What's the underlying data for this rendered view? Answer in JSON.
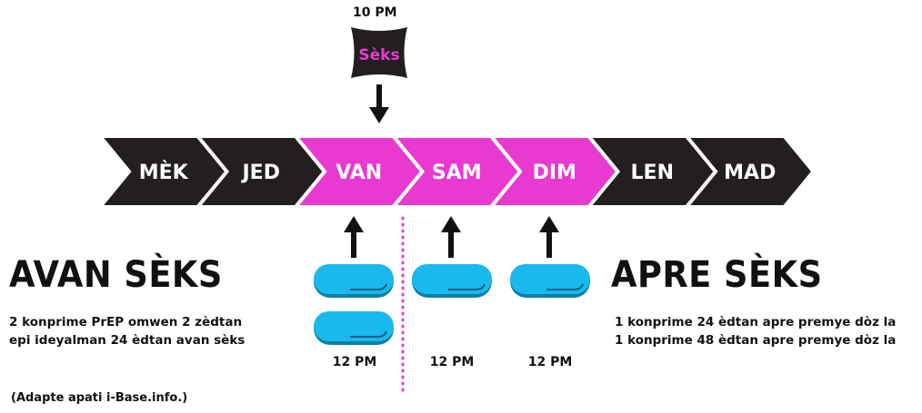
{
  "event": {
    "time": "10 PM",
    "label": "Sèks"
  },
  "days": [
    {
      "label": "MÈK",
      "color": "#231f20"
    },
    {
      "label": "JED",
      "color": "#231f20"
    },
    {
      "label": "VAN",
      "color": "#e83ad1"
    },
    {
      "label": "SAM",
      "color": "#e83ad1"
    },
    {
      "label": "DIM",
      "color": "#e83ad1"
    },
    {
      "label": "LEN",
      "color": "#231f20"
    },
    {
      "label": "MAD",
      "color": "#231f20"
    }
  ],
  "before": {
    "title": "AVAN SÈKS",
    "line1": "2 konprime PrEP omwen 2 zèdtan",
    "line2": "epi ideyalman 24 èdtan avan sèks"
  },
  "after": {
    "title": "APRE SÈKS",
    "line1": "1 konprime 24 èdtan apre premye dòz la",
    "line2": "1 konprime 48 èdtan apre premye dòz la"
  },
  "doses": [
    {
      "day": "VAN",
      "pills": 2,
      "time": "12 PM"
    },
    {
      "day": "SAM",
      "pills": 1,
      "time": "12 PM"
    },
    {
      "day": "DIM",
      "pills": 1,
      "time": "12 PM"
    }
  ],
  "colors": {
    "dark": "#231f20",
    "magenta": "#e83ad1",
    "pill": "#19b9ee",
    "pill_shadow": "#0e7ea8",
    "divider": "#e83ad1"
  },
  "source": "(Adapte apati i-Base.info.)"
}
